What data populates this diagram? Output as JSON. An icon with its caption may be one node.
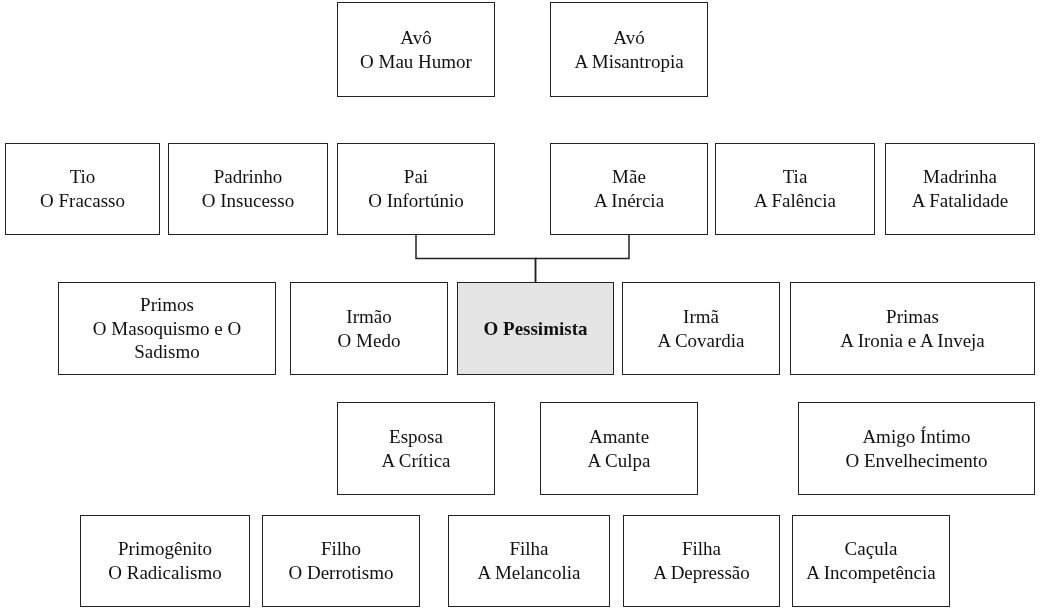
{
  "diagram": {
    "nodes": [
      {
        "text": [
          "Avô",
          "O Mau Humor"
        ]
      },
      {
        "text": [
          "Avó",
          "A Misantropia"
        ]
      },
      {
        "text": [
          "Tio",
          "O Fracasso"
        ]
      },
      {
        "text": [
          "Padrinho",
          "O Insucesso"
        ]
      },
      {
        "text": [
          "Pai",
          "O Infortúnio"
        ]
      },
      {
        "text": [
          "Mãe",
          "A Inércia"
        ]
      },
      {
        "text": [
          "Tia",
          "A Falência"
        ]
      },
      {
        "text": [
          "Madrinha",
          "A Fatalidade"
        ]
      },
      {
        "text": [
          "Primos",
          "O Masoquismo e O Sadismo"
        ]
      },
      {
        "text": [
          "Irmão",
          "O Medo"
        ]
      },
      {
        "text": [
          "O Pessimista"
        ]
      },
      {
        "text": [
          "Irmã",
          "A Covardia"
        ]
      },
      {
        "text": [
          "Primas",
          "A Ironia e A Inveja"
        ]
      },
      {
        "text": [
          "Esposa",
          "A Crítica"
        ]
      },
      {
        "text": [
          "Amante",
          "A Culpa"
        ]
      },
      {
        "text": [
          "Amigo Íntimo",
          "O Envelhecimento"
        ]
      },
      {
        "text": [
          "Primogênito",
          "O Radicalismo"
        ]
      },
      {
        "text": [
          "Filho",
          "O Derrotismo"
        ]
      },
      {
        "text": [
          "Filha",
          "A Melancolia"
        ]
      },
      {
        "text": [
          "Filha",
          "A Depressão"
        ]
      },
      {
        "text": [
          "Caçula",
          "A Incompetência"
        ]
      }
    ],
    "edges": [
      {
        "from": 4,
        "to": 10,
        "arrow": "none"
      },
      {
        "from": 5,
        "to": 10,
        "arrow": "none"
      }
    ]
  }
}
